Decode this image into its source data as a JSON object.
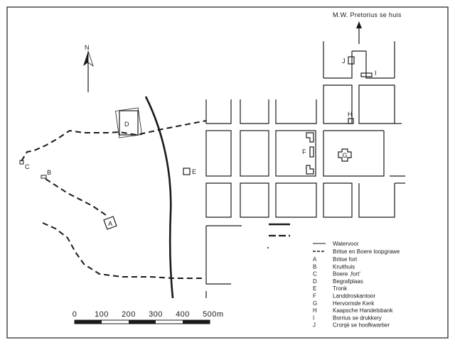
{
  "north_label": "N",
  "house_label": "M.W. Pretorius se huis",
  "site_labels": {
    "A": "A",
    "B": "B",
    "C": "C",
    "D": "D",
    "E": "E",
    "F": "F",
    "G": "G",
    "H": "H",
    "I": "I",
    "J": "J"
  },
  "legend": {
    "line_items": [
      {
        "symbol": "solid",
        "label": "Watervoor"
      },
      {
        "symbol": "dashed",
        "label": "Britse en Boere loopgrawe"
      }
    ],
    "sites": [
      {
        "code": "A",
        "label": "Britse fort"
      },
      {
        "code": "B",
        "label": "Kruithuis"
      },
      {
        "code": "C",
        "label": "Boere ,fort'"
      },
      {
        "code": "D",
        "label": "Begrafplaas"
      },
      {
        "code": "E",
        "label": "Tronk"
      },
      {
        "code": "F",
        "label": "Landdroskantoor"
      },
      {
        "code": "G",
        "label": "Hervormde Kerk"
      },
      {
        "code": "H",
        "label": "Kaapsche Handelsbank"
      },
      {
        "code": "I",
        "label": "Borrius se drukkery"
      },
      {
        "code": "J",
        "label": "Cronjé se hoofkwartier"
      }
    ]
  },
  "scale": {
    "ticks": [
      "0",
      "100",
      "200",
      "300",
      "400",
      "500"
    ],
    "unit": "m"
  },
  "colors": {
    "ink": "#1a1a1a",
    "paper": "#ffffff"
  }
}
